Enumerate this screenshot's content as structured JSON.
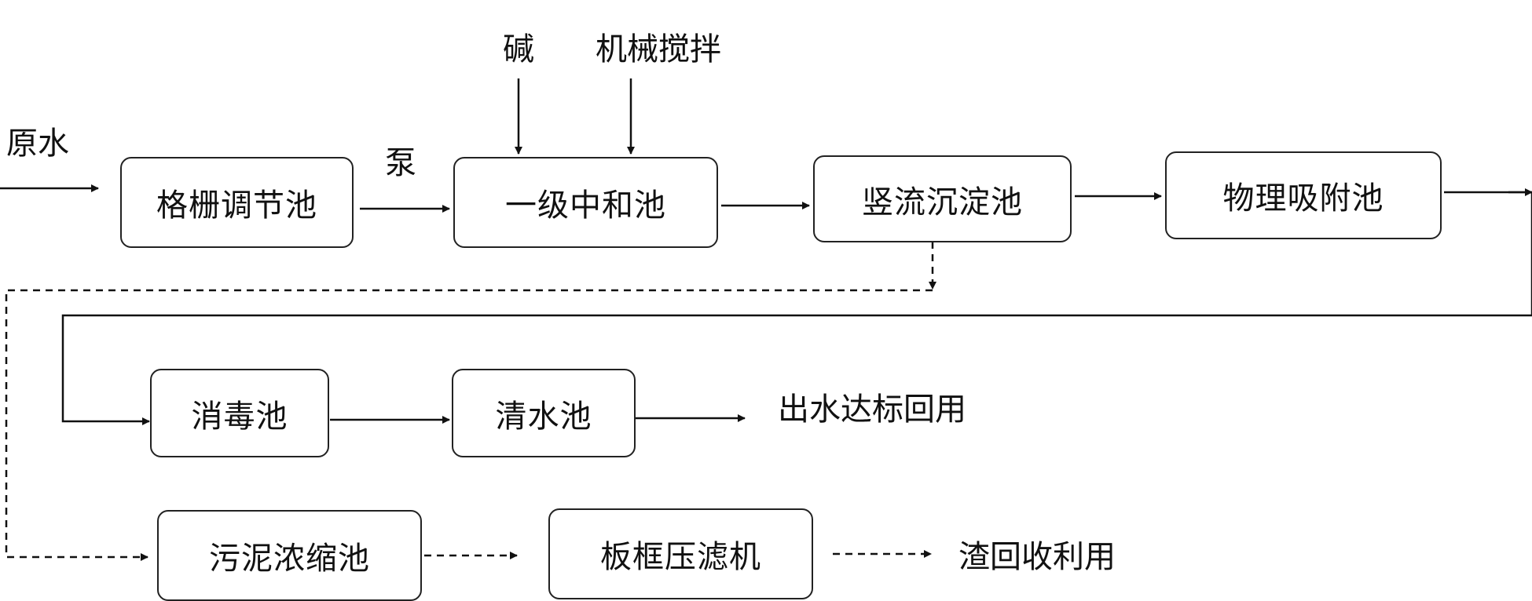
{
  "inputs": {
    "raw_water": "原水",
    "pump": "泵",
    "alkali": "碱",
    "mechanical_stirring": "机械搅拌"
  },
  "units": {
    "grid_tank": "格栅调节池",
    "primary_neutralization": "一级中和池",
    "vertical_sedimentation": "竖流沉淀池",
    "physical_adsorption": "物理吸附池",
    "disinfection": "消毒池",
    "clear_water": "清水池",
    "sludge_thickening": "污泥浓缩池",
    "filter_press": "板框压滤机"
  },
  "outputs": {
    "effluent": "出水达标回用",
    "residue": "渣回收利用"
  }
}
